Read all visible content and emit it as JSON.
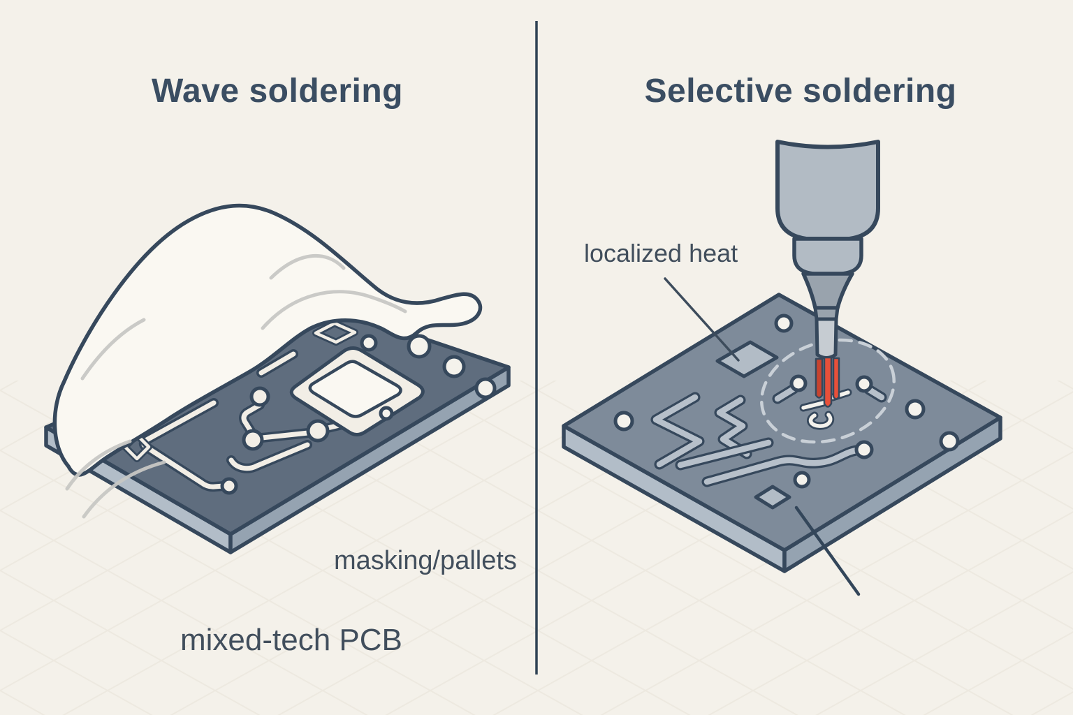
{
  "left_panel": {
    "title": "Wave soldering",
    "label_masking": "masking/pallets",
    "label_pcb": "mixed-tech PCB"
  },
  "right_panel": {
    "title": "Selective soldering",
    "label_heat": "localized heat"
  },
  "colors": {
    "background": "#f4f1ea",
    "divider": "#2f4254",
    "outline": "#36485c",
    "board_top_left": "#5f6d7e",
    "board_top_right": "#7e8b9a",
    "board_side_light": "#b2bdc8",
    "board_side_mid": "#95a3b1",
    "trace_cream": "#f2eee6",
    "wave_white": "#faf8f2",
    "trace_gray": "#b7c0ca",
    "pad_gray": "#b2bcc6",
    "nozzle_body": "#b2bbc4",
    "nozzle_dark": "#99a3ad",
    "nozzle_tip": "#c6ccd2",
    "solder_red": "#e8503a",
    "solder_red_dark": "#c8432e",
    "heat_zone_dash": "#c9d0d7",
    "grid_line": "#e7e2d7",
    "title_text": "#3a4d62",
    "label_text": "#414e5c"
  }
}
